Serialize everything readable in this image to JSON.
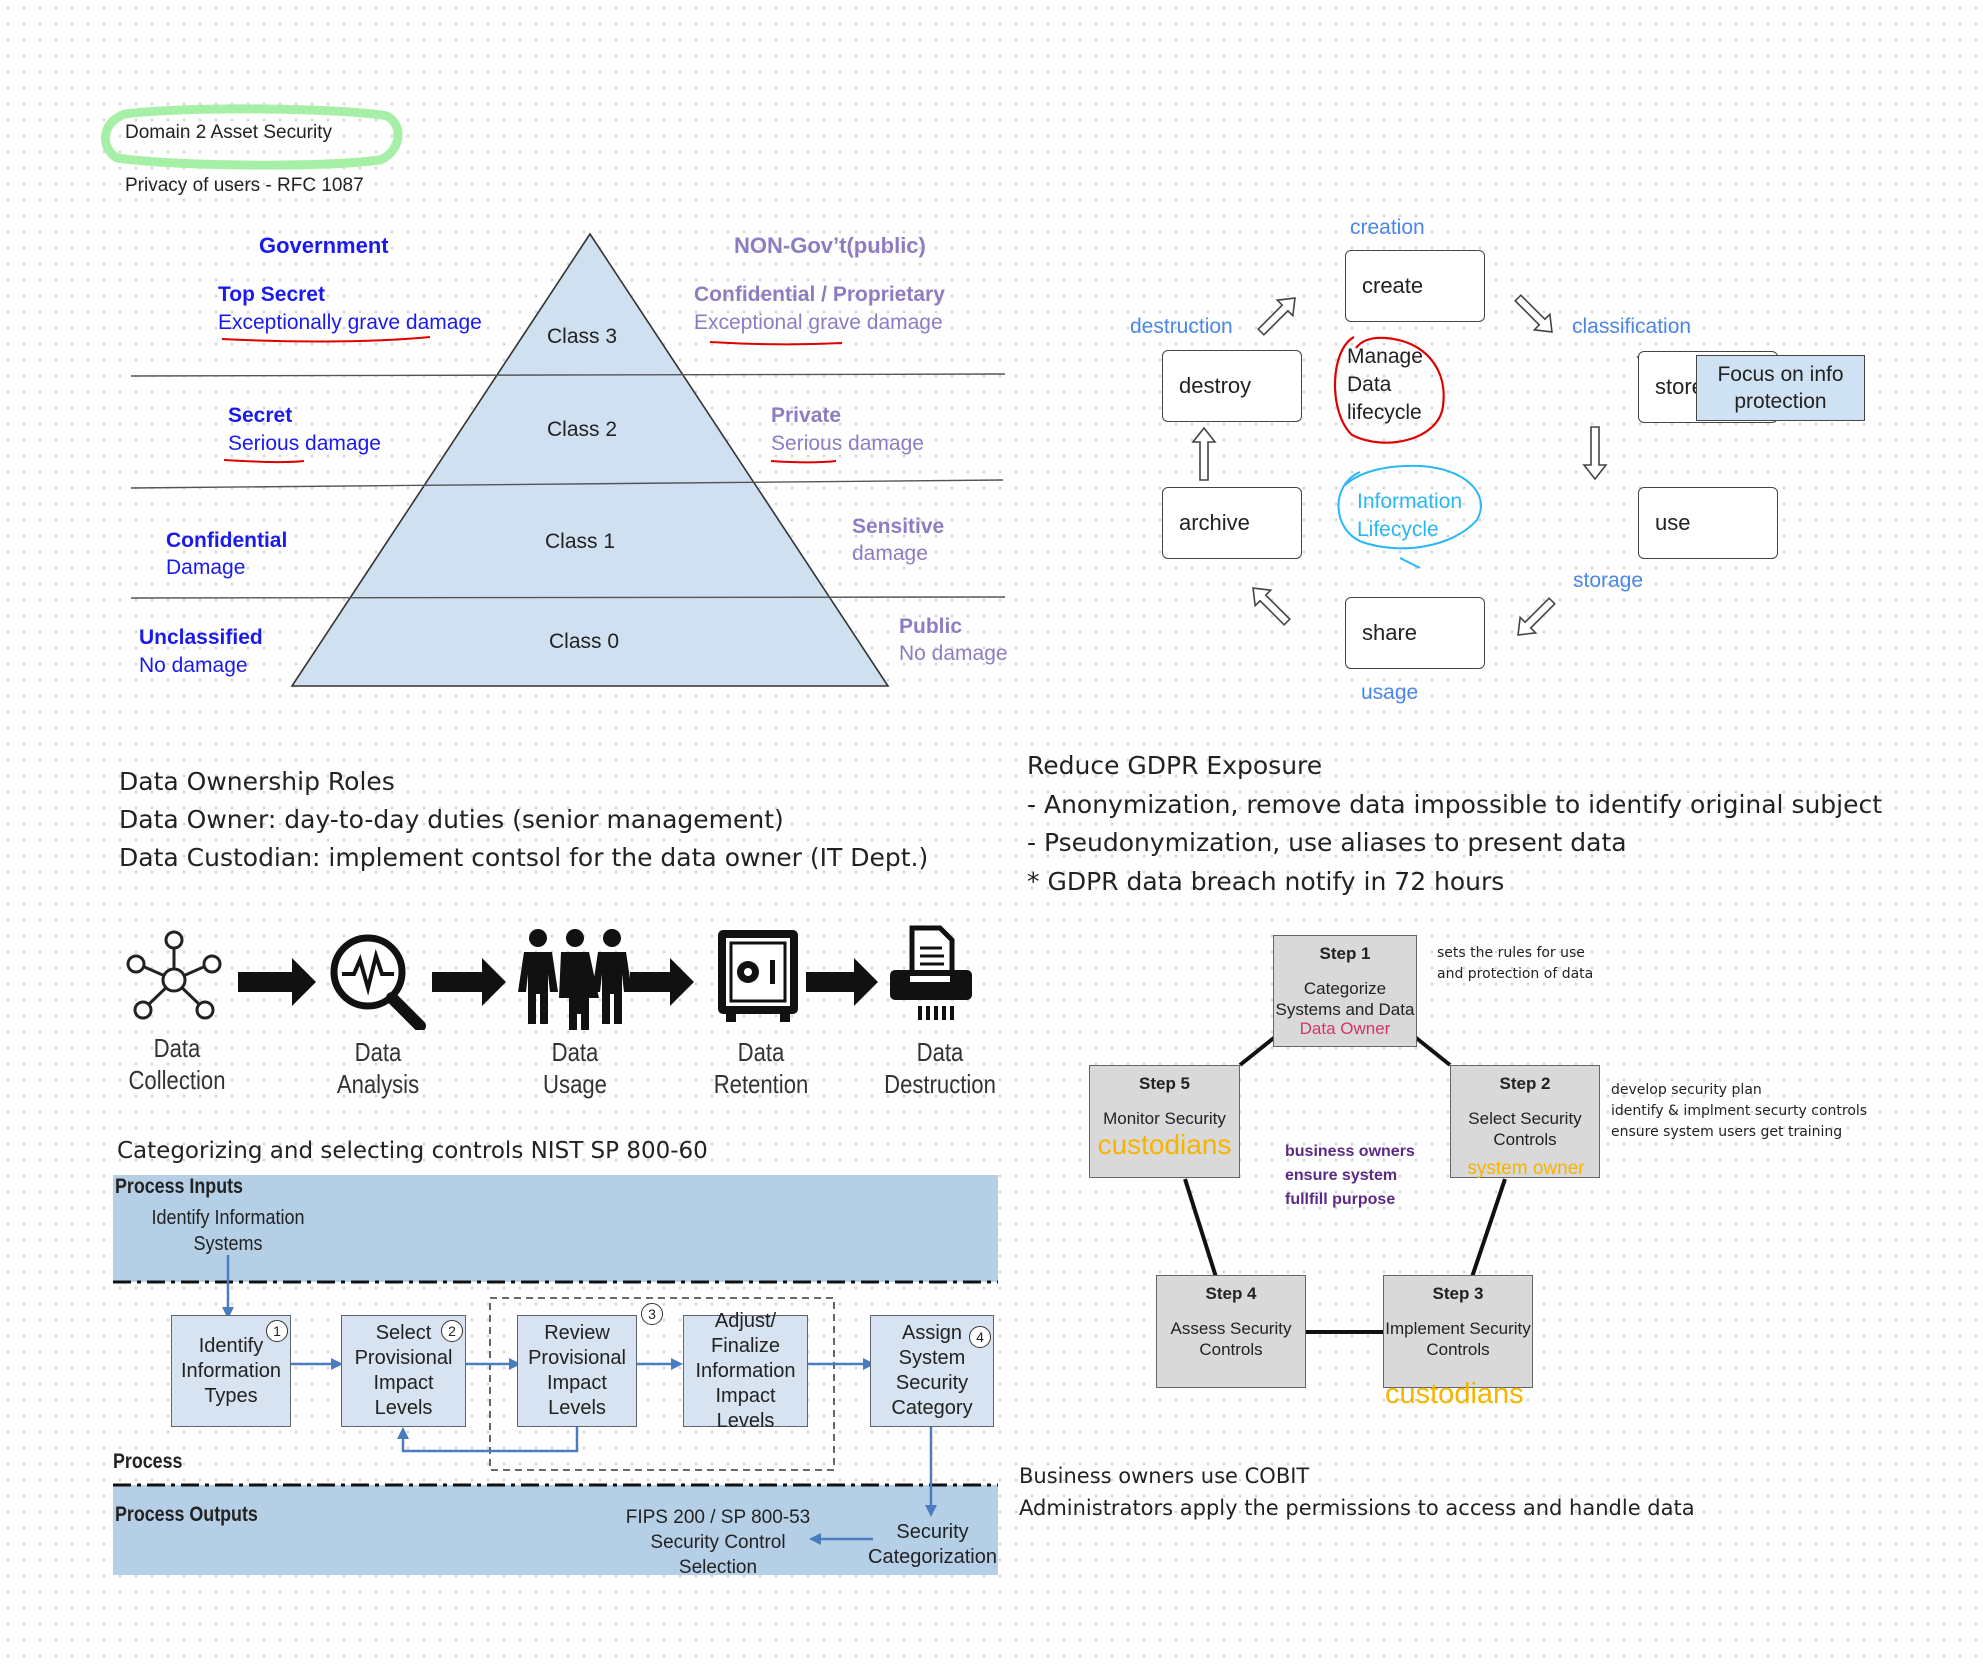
{
  "header": {
    "title": "Domain 2 Asset Security",
    "subtitle": "Privacy of users - RFC 1087"
  },
  "pyramid": {
    "gov_heading": "Government",
    "nongov_heading": "NON-Gov’t(public)",
    "classes": [
      "Class 3",
      "Class 2",
      "Class 1",
      "Class 0"
    ],
    "gov": [
      {
        "level": "Top Secret",
        "damage": "Exceptionally grave damage"
      },
      {
        "level": "Secret",
        "damage": "Serious damage"
      },
      {
        "level": "Confidential",
        "damage": "Damage"
      },
      {
        "level": "Unclassified",
        "damage": "No damage"
      }
    ],
    "nongov": [
      {
        "level": "Confidential / Proprietary",
        "damage": "Exceptional grave damage"
      },
      {
        "level": "Private",
        "damage": "Serious damage"
      },
      {
        "level": "Sensitive",
        "damage": "damage"
      },
      {
        "level": "Public",
        "damage": "No damage"
      }
    ],
    "colors": {
      "gov": "#1a1aee",
      "nongov": "#8e7cc3",
      "pyramid_fill": "#cfe0f1",
      "underline": "#e00000"
    }
  },
  "lifecycle": {
    "boxes": {
      "create": "create",
      "store": "store",
      "use": "use",
      "share": "share",
      "archive": "archive",
      "destroy": "destroy"
    },
    "phases": {
      "creation": "creation",
      "classification": "classification",
      "storage": "storage",
      "usage": "usage",
      "destruction": "destruction"
    },
    "center_red": [
      "Manage",
      "Data",
      "lifecycle"
    ],
    "center_blue": [
      "Information",
      "Lifecycle"
    ],
    "callout": [
      "Focus on info",
      "protection"
    ],
    "colors": {
      "phase": "#4a86e8",
      "red": "#e00000",
      "cyan": "#29b6f6",
      "callout_fill": "#cfe2f3"
    }
  },
  "ownership": {
    "lines": [
      "Data Ownership Roles",
      "Data Owner: day-to-day duties (senior management)",
      "Data Custodian: implement contsol for the data owner (IT Dept.)"
    ]
  },
  "gdpr": {
    "lines": [
      "Reduce GDPR Exposure",
      "- Anonymization, remove data impossible to identify original subject",
      "- Pseudonymization, use aliases to present data",
      "* GDPR data breach notify in 72 hours"
    ]
  },
  "flow": {
    "stages": [
      {
        "icon": "network-icon",
        "line1": "Data",
        "line2": "Collection"
      },
      {
        "icon": "magnifier-icon",
        "line1": "Data",
        "line2": "Analysis"
      },
      {
        "icon": "people-icon",
        "line1": "Data",
        "line2": "Usage"
      },
      {
        "icon": "safe-icon",
        "line1": "Data",
        "line2": "Retention"
      },
      {
        "icon": "shredder-icon",
        "line1": "Data",
        "line2": "Destruction"
      }
    ]
  },
  "nist": {
    "caption": "Categorizing and selecting controls NIST SP 800-60",
    "process_inputs": "Process Inputs",
    "process": "Process",
    "process_outputs": "Process Outputs",
    "input_box": [
      "Identify Information",
      "Systems"
    ],
    "boxes": [
      {
        "lines": [
          "Identify",
          "Information",
          "Types"
        ],
        "num": "1"
      },
      {
        "lines": [
          "Select",
          "Provisional",
          "Impact Levels"
        ],
        "num": "2"
      },
      {
        "lines": [
          "Review",
          "Provisional",
          "Impact",
          "Levels"
        ],
        "num": "3"
      },
      {
        "lines": [
          "Adjust/",
          "Finalize",
          "Information",
          "Impact Levels"
        ],
        "num": ""
      },
      {
        "lines": [
          "Assign",
          "System",
          "Security",
          "Category"
        ],
        "num": "4"
      }
    ],
    "output_security": [
      "Security",
      "Categorization"
    ],
    "output_fips": [
      "FIPS 200 / SP 800-53",
      "Security Control",
      "Selection"
    ],
    "colors": {
      "band": "#b5cfe6",
      "box": "#d7e3f0",
      "arrow": "#4a7cc0"
    }
  },
  "steps": {
    "step1": {
      "title": "Step 1",
      "lines": [
        "Categorize",
        "Systems and Data"
      ],
      "note": "Data Owner"
    },
    "step2": {
      "title": "Step 2",
      "lines": [
        "Select Security",
        "Controls"
      ],
      "note": "system owner"
    },
    "step3": {
      "title": "Step 3",
      "lines": [
        "Implement Security",
        "Controls"
      ],
      "note": "custodians"
    },
    "step4": {
      "title": "Step 4",
      "lines": [
        "Assess Security",
        "Controls"
      ]
    },
    "step5": {
      "title": "Step 5",
      "lines": [
        "Monitor Security"
      ],
      "note": "custodians"
    },
    "center": [
      "business owners",
      "ensure system",
      "fullfill purpose"
    ],
    "side_step1": [
      "sets the rules for use",
      "and protection of data"
    ],
    "side_step2": [
      "develop security plan",
      "identify & implment securty controls",
      "ensure system users get training"
    ],
    "colors": {
      "owner": "#d6336c",
      "custodian": "#f6b400",
      "center": "#5b2a86"
    }
  },
  "cobit": {
    "lines": [
      "Business owners use COBIT",
      "Administrators apply the permissions to access and handle data"
    ]
  }
}
